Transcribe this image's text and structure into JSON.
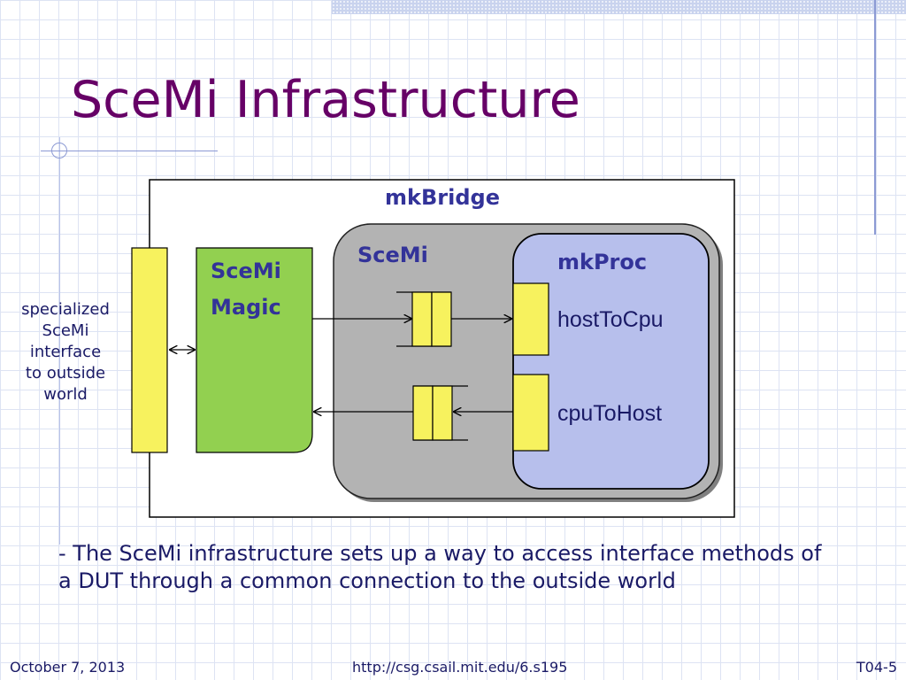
{
  "slide": {
    "title": "SceMi Infrastructure",
    "bullet": "- The SceMi infrastructure sets up a way to access interface methods of a DUT through a common connection to the outside world"
  },
  "diagram": {
    "outer_box_label": "mkBridge",
    "scemi_label": "SceMi",
    "magic_label_line1": "SceMi",
    "magic_label_line2": "Magic",
    "proc_label": "mkProc",
    "method1_label": "hostToCpu",
    "method2_label": "cpuToHost",
    "side_label_lines": [
      "specialized",
      "SceMi",
      "interface",
      "to outside",
      "world"
    ],
    "colors": {
      "interface_yellow": "#f7f25e",
      "magic_green": "#92d050",
      "scemi_gray": "#b3b3b3",
      "proc_blue": "#b7bfec",
      "label_blue": "#333399",
      "title_purple": "#660066"
    }
  },
  "footer": {
    "date": "October 7, 2013",
    "url": "http://csg.csail.mit.edu/6.s195",
    "slide_number": "T04-5"
  }
}
